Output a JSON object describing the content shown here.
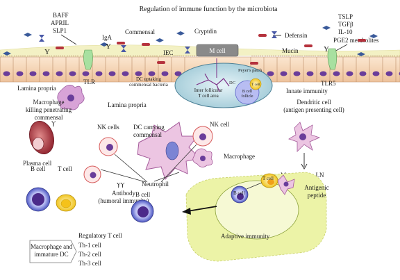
{
  "title": "Regulation of immune function by the microbiota",
  "labels": {
    "baff": "BAFF",
    "april": "APRIL",
    "slp1": "SLP1",
    "iga": "IgA",
    "commensal": "Commensal",
    "cryptdin": "Cryptdin",
    "defensin": "Defensin",
    "tslp": "TSLP",
    "tgfb": "TGFβ",
    "il10": "IL-10",
    "pge2": "PGE2 metabolites",
    "iec": "IEC",
    "m_cell": "M cell",
    "mucin": "Mucin",
    "tlr": "TLR",
    "tlr5": "TLR5",
    "lamina_propria_1": "Lamina propria",
    "lamina_propria_2": "Lamina propria",
    "dc_uptaking": "DC uptaking\ncommensal bacteria",
    "peyers_patch": "Peyer's patch",
    "dc": "DC",
    "t_cell_small": "T cell",
    "inter_follicular": "Inter follicular\nT cell area",
    "b_cell_follicle": "B cell\nfollicle",
    "innate_immunity": "Innate immunity",
    "macrophage_killing": "Macrophage\nkilling penetrating\ncommensal",
    "dendritic_cell": "Dendritic cell\n(antigen presenting cell)",
    "nk_cells": "NK cells",
    "dc_carrying": "DC carrying\ncommensal",
    "nk_cell": "NK cell",
    "macrophage": "Macrophage",
    "plasma_cell": "Plasma cell",
    "movement_ln": "Movement to LN",
    "neutrophil": "Neutrophil",
    "antibody": "Antibody\n(humoral immunity)",
    "antigenic_peptide": "Antigenic\npeptide",
    "b_cell_left": "B cell",
    "t_cell_left": "T cell",
    "b_cell_mid": "B cell",
    "b_cell_node": "B cell",
    "t_cell_node": "T cell",
    "adaptive_immunity": "Adaptive immunity",
    "regulatory_t": "Regulatory T cell",
    "th1": "Th-1 cell",
    "th2": "Th-2 cell",
    "th3": "Th-3 cell",
    "macrophage_immature": "Macrophage and\nimmature DC"
  },
  "colors": {
    "epithelium_fill": "#f5d7ba",
    "nucleus": "#6a3d9a",
    "mucin_band": "#f3f1c4",
    "lymph_node": "#ecf3a7",
    "peyer_fill": "#c9e3ec",
    "bacteria": "#b5323d",
    "b_cell": "#5b63c9",
    "t_cell": "#f2cc2c",
    "dc_pink": "#ecc5e2",
    "plasma_cell": "#9b2833"
  }
}
